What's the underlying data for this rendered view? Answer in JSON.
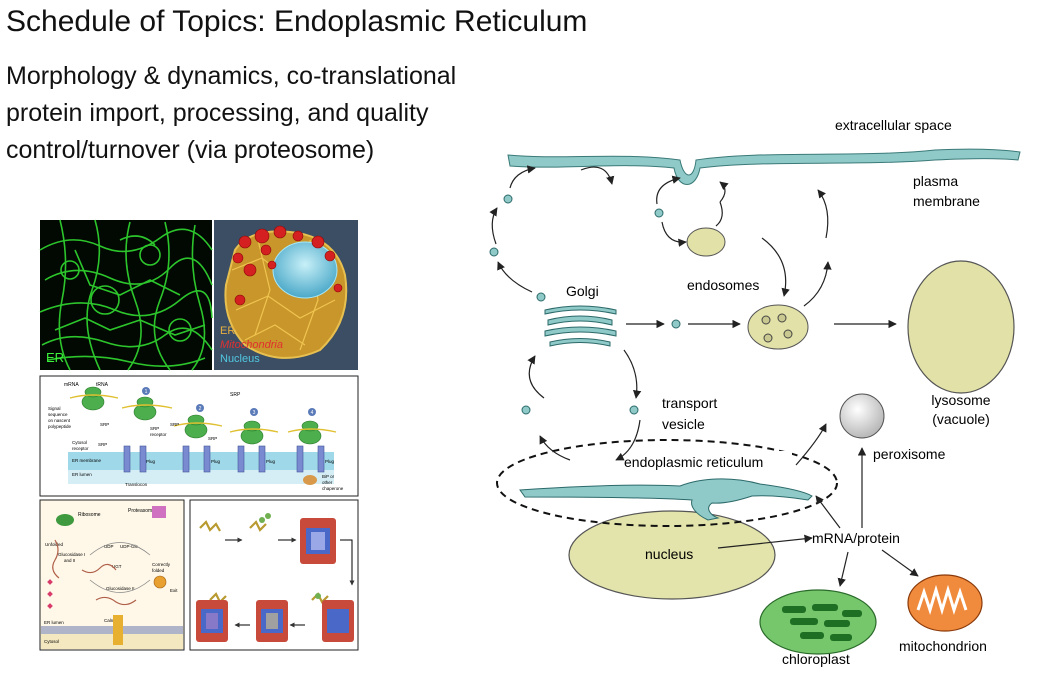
{
  "slide": {
    "title": "Schedule of Topics: Endoplasmic Reticulum",
    "subtitle_lines": [
      "Morphology & dynamics, co-translational",
      "protein import, processing, and quality",
      "control/turnover (via proteosome)"
    ]
  },
  "micrographs": {
    "er_fluorescence_label": "ER",
    "reconstruction_legend": [
      "ER",
      "Mitochondria",
      "Nucleus"
    ],
    "legend_colors": [
      "#e8b040",
      "#e03030",
      "#50c8e0"
    ]
  },
  "import_figure": {
    "top_labels": [
      "mRNA",
      "tRNA",
      "SRP"
    ],
    "signal_label": [
      "Signal",
      "sequence",
      "on nascent",
      "polypeptide"
    ],
    "srp_labels": [
      "SRP",
      "SRP",
      "SRP",
      "SRP"
    ],
    "srp_receptor_label": [
      "SRP",
      "receptor"
    ],
    "cytosol_receptor_label": [
      "Cytosol",
      "receptor"
    ],
    "step_numbers": [
      "1",
      "2",
      "3",
      "4"
    ],
    "membrane_label": "ER membrane",
    "lumen_label": "ER lumen",
    "plug_labels": [
      "Plug",
      "Plug",
      "Plug",
      "Plug"
    ],
    "translocon_label": "Translocon",
    "bip_label": [
      "BiP or",
      "other",
      "chaperone"
    ]
  },
  "qc_figure": {
    "ribosome_label": "Ribosome",
    "proteasome_label": "Proteasome",
    "left_labels": [
      "Unfolded",
      "Glucosidase I",
      "and II"
    ],
    "udp_labels": [
      "UDP",
      "UDP-Glc"
    ],
    "ugt_label": "UGT",
    "glucosidase_label": "Glucosidase II",
    "folded_label": [
      "Correctly",
      "folded"
    ],
    "exit_label": "Exit",
    "lumen_label": "ER lumen",
    "cytosol_label": "Cytosol",
    "calnexin_label": "Calnexin"
  },
  "cell_diagram": {
    "labels": {
      "extracellular": "extracellular space",
      "plasma_membrane": [
        "plasma",
        "membrane"
      ],
      "golgi": "Golgi",
      "endosomes": "endosomes",
      "lysosome": [
        "lysosome",
        "(vacuole)"
      ],
      "transport_vesicle": [
        "transport",
        "vesicle"
      ],
      "peroxisome": "peroxisome",
      "er": "endoplasmic reticulum",
      "nucleus": "nucleus",
      "mrna_protein": "mRNA/protein",
      "chloroplast": "chloroplast",
      "mitochondrion": "mitochondrion"
    },
    "colors": {
      "membrane": "#8fc9c8",
      "organelle": "#e2e2a8",
      "nucleus": "#e3e4ab",
      "chloroplast": "#76c76c",
      "mitochondrion": "#f08a3c",
      "peroxisome": "#d8d8d8"
    }
  }
}
